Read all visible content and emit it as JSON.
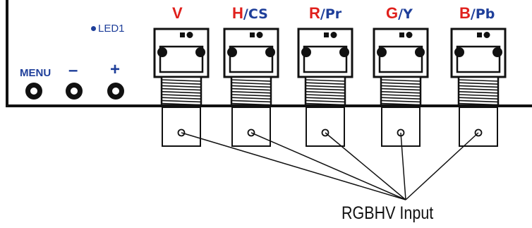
{
  "panel": {
    "led_label": "LED1",
    "menu_label": "MENU",
    "minus_label": "–",
    "plus_label": "+"
  },
  "channels": [
    {
      "main": "V",
      "sub": ""
    },
    {
      "main": "H",
      "sub": "/CS"
    },
    {
      "main": "R",
      "sub": "/Pr"
    },
    {
      "main": "G",
      "sub": "/Y"
    },
    {
      "main": "B",
      "sub": "/Pb"
    }
  ],
  "caption": "RGBHV Input",
  "colors": {
    "channel_letter": "#e0201c",
    "channel_sub": "#1f3f9a",
    "panel_label": "#1f3f9a",
    "line": "#111111"
  }
}
